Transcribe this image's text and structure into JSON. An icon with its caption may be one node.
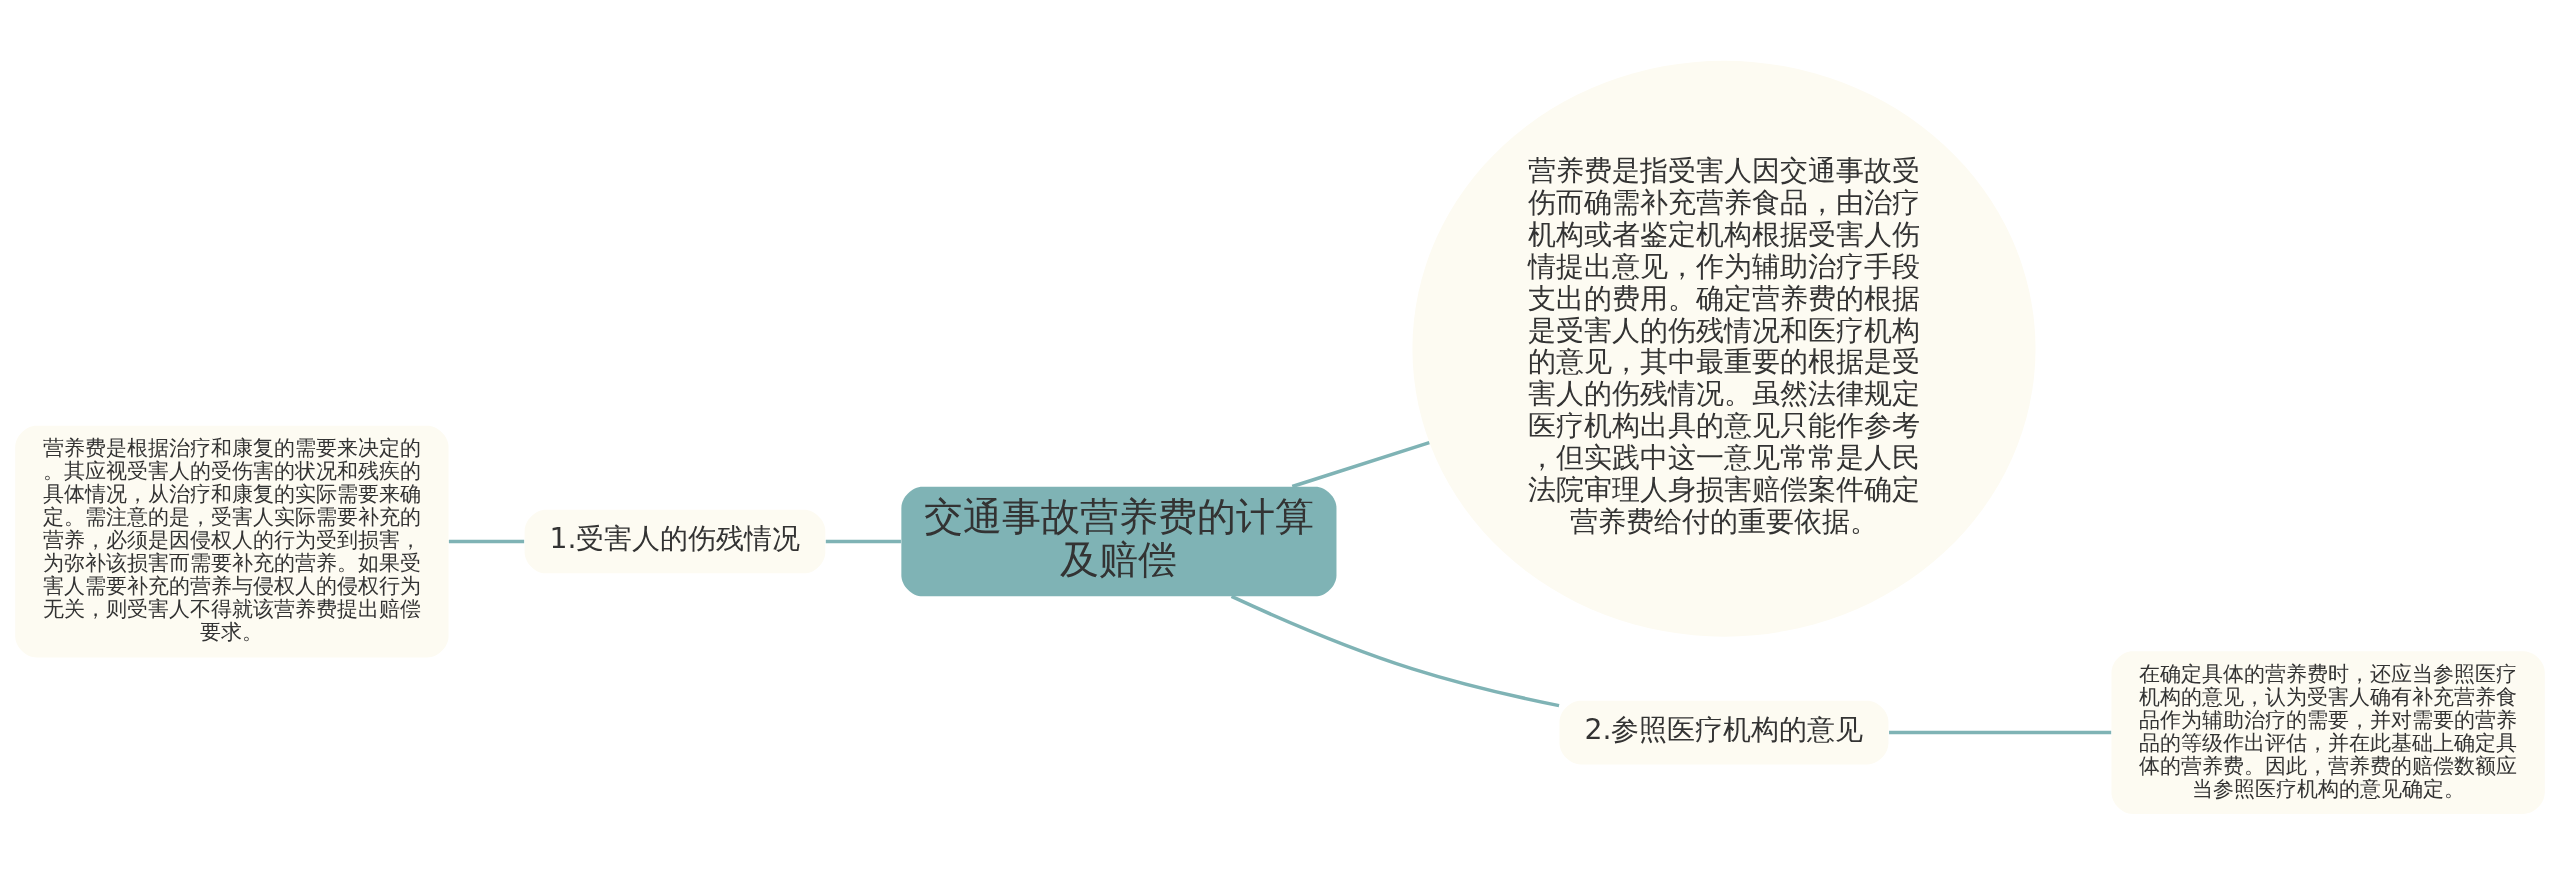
{
  "diagram": {
    "nodes": [
      {
        "text": [
          "交通事故营养费的计算及赔偿"
        ]
      },
      {
        "text": [
          "营养费是指受害人因交通事故受伤而确需补充营养食品，由治疗机构或者鉴定机构根据受害人伤情提出意见，作为辅助治疗手段支出的费用。确定营养费的根据是受害人的伤残情况和医疗机构的意见，其中最重要的根据是受害人的伤残情况。虽然法律规定医疗机构出具的意见只能作参考，但实践中这一意见常常是人民法院审理人身损害赔偿案件确定营养费给付的重要依据。"
        ]
      },
      {
        "text": [
          "1.受害人的伤残情况"
        ]
      },
      {
        "text": [
          "营养费是根据治疗和康复的需要来决定的。其应视受害人的受伤害的状况和残疾的具体情况，从治疗和康复的实际需要来确定。需注意的是，受害人实际需要补充的营养，必须是因侵权人的行为受到损害，为弥补该损害而需要补充的营养。如果受害人需要补充的营养与侵权人的侵权行为无关，则受害人不得就该营养费提出赔偿要求。"
        ]
      },
      {
        "text": [
          "2.参照医疗机构的意见"
        ]
      },
      {
        "text": [
          "在确定具体的营养费时，还应当参照医疗机构的意见，认为受害人确有补充营养食品作为辅助治疗的需要，并对需要的营养品的等级作出评估，并在此基础上确定具体的营养费。因此，营养费的赔偿数额应当参照医疗机构的意见确定。"
        ]
      }
    ],
    "edges": [
      {
        "from": 0,
        "to": 1,
        "arrow": "none"
      },
      {
        "from": 0,
        "to": 2,
        "arrow": "none"
      },
      {
        "from": 2,
        "to": 3,
        "arrow": "none"
      },
      {
        "from": 0,
        "to": 4,
        "arrow": "none"
      },
      {
        "from": 4,
        "to": 5,
        "arrow": "none"
      }
    ]
  }
}
